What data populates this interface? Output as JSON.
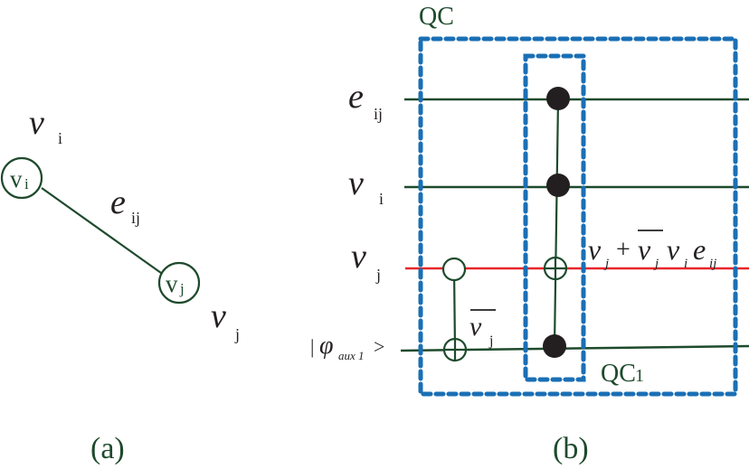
{
  "colors": {
    "wire": "#1e4a2c",
    "highlight_wire": "#e8262b",
    "box": "#1a6fb5",
    "dot": "#231f20",
    "label": "#1e4a2c",
    "text": "#231f20"
  },
  "panel_a": {
    "caption": "(a)",
    "node_i": {
      "symbol": "v",
      "sub": "i",
      "label_symbol": "v",
      "label_sub": "i"
    },
    "node_j": {
      "symbol": "v",
      "sub": "j",
      "label_symbol": "v",
      "label_sub": "j"
    },
    "edge": {
      "symbol": "e",
      "sub": "ij"
    }
  },
  "panel_b": {
    "caption": "(b)",
    "outer_box_label": "QC",
    "inner_box_label_main": "QC",
    "inner_box_label_sub": "1",
    "wires": [
      {
        "symbol": "e",
        "sub": "ij"
      },
      {
        "symbol": "v",
        "sub": "i"
      },
      {
        "symbol": "v",
        "sub": "j"
      },
      {
        "prefix": "|",
        "symbol": "φ",
        "sub": "aux 1",
        "suffix": ">"
      }
    ],
    "gate1_label": {
      "symbol": "v",
      "sub": "j",
      "overbar": true
    },
    "output_label": {
      "t1": "v",
      "s1": "j",
      "plus": "+",
      "t2": "v",
      "s2": "j",
      "t3": "v",
      "s3": "i",
      "t4": "e",
      "s4": "ij"
    }
  }
}
